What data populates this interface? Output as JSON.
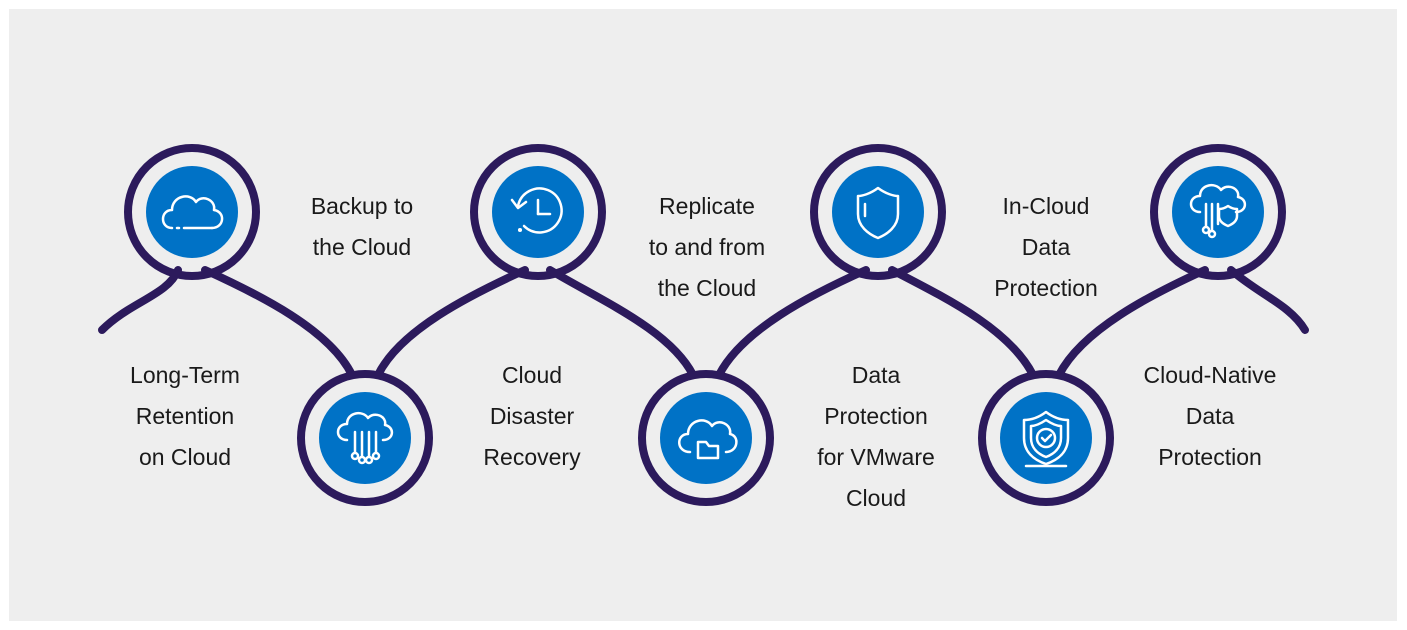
{
  "colors": {
    "background": "#eeeeee",
    "path": "#2c1a5c",
    "node": "#0072c6",
    "icon": "#ffffff",
    "text": "#1a1a1a"
  },
  "steps": [
    {
      "icon": "cloud-icon",
      "lines": [
        "Long-Term",
        "Retention",
        "on Cloud"
      ]
    },
    {
      "icon": "cloud-network-icon",
      "lines": [
        "Backup to",
        "the Cloud"
      ]
    },
    {
      "icon": "history-clock-icon",
      "lines": [
        "Cloud",
        "Disaster",
        "Recovery"
      ]
    },
    {
      "icon": "cloud-folder-icon",
      "lines": [
        "Replicate",
        "to and from",
        "the Cloud"
      ]
    },
    {
      "icon": "shield-icon",
      "lines": [
        "Data",
        "Protection",
        "for VMware",
        "Cloud"
      ]
    },
    {
      "icon": "shield-check-icon",
      "lines": [
        "In-Cloud",
        "Data",
        "Protection"
      ]
    },
    {
      "icon": "cloud-shield-network-icon",
      "lines": [
        "Cloud-Native",
        "Data",
        "Protection"
      ]
    }
  ]
}
